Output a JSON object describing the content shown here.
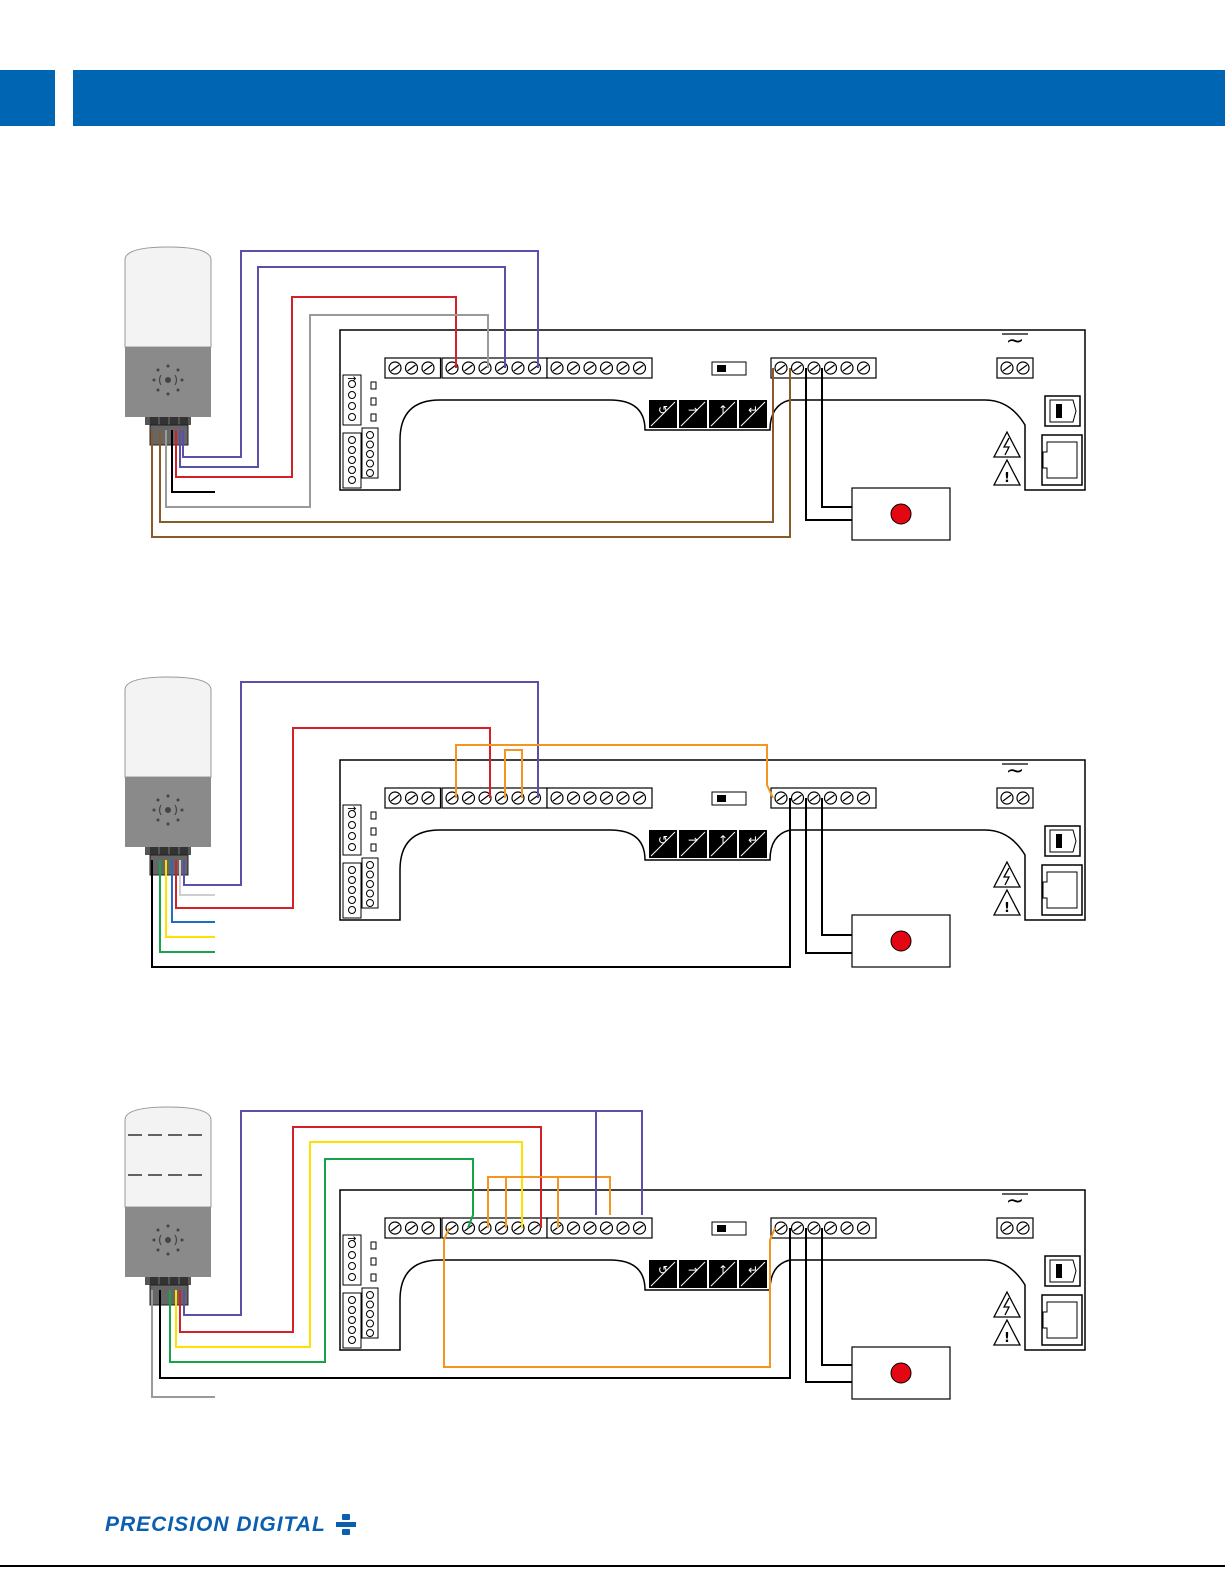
{
  "header": {
    "color": "#0066b3"
  },
  "footer": {
    "brand": "PRECISION DIGITAL",
    "brand_color": "#0a5fb0"
  },
  "diagrams": [
    {
      "id": 1,
      "wire_colors": [
        "purple",
        "purple",
        "red",
        "gray",
        "black",
        "gray",
        "brown"
      ]
    },
    {
      "id": 2,
      "wire_colors": [
        "purple",
        "red",
        "orange",
        "blue",
        "yellow",
        "green",
        "black"
      ]
    },
    {
      "id": 3,
      "wire_colors": [
        "purple",
        "red",
        "yellow",
        "green",
        "orange",
        "black",
        "gray"
      ]
    }
  ],
  "colors": {
    "purple": "#5b50a8",
    "red": "#d42027",
    "gray": "#9a9a9a",
    "brown": "#8b5a2b",
    "orange": "#f39423",
    "yellow": "#ffe100",
    "green": "#16a34a",
    "blue": "#1e6fc2",
    "black": "#000000",
    "button_red": "#e30613"
  },
  "symbols": {
    "ac": "~"
  }
}
